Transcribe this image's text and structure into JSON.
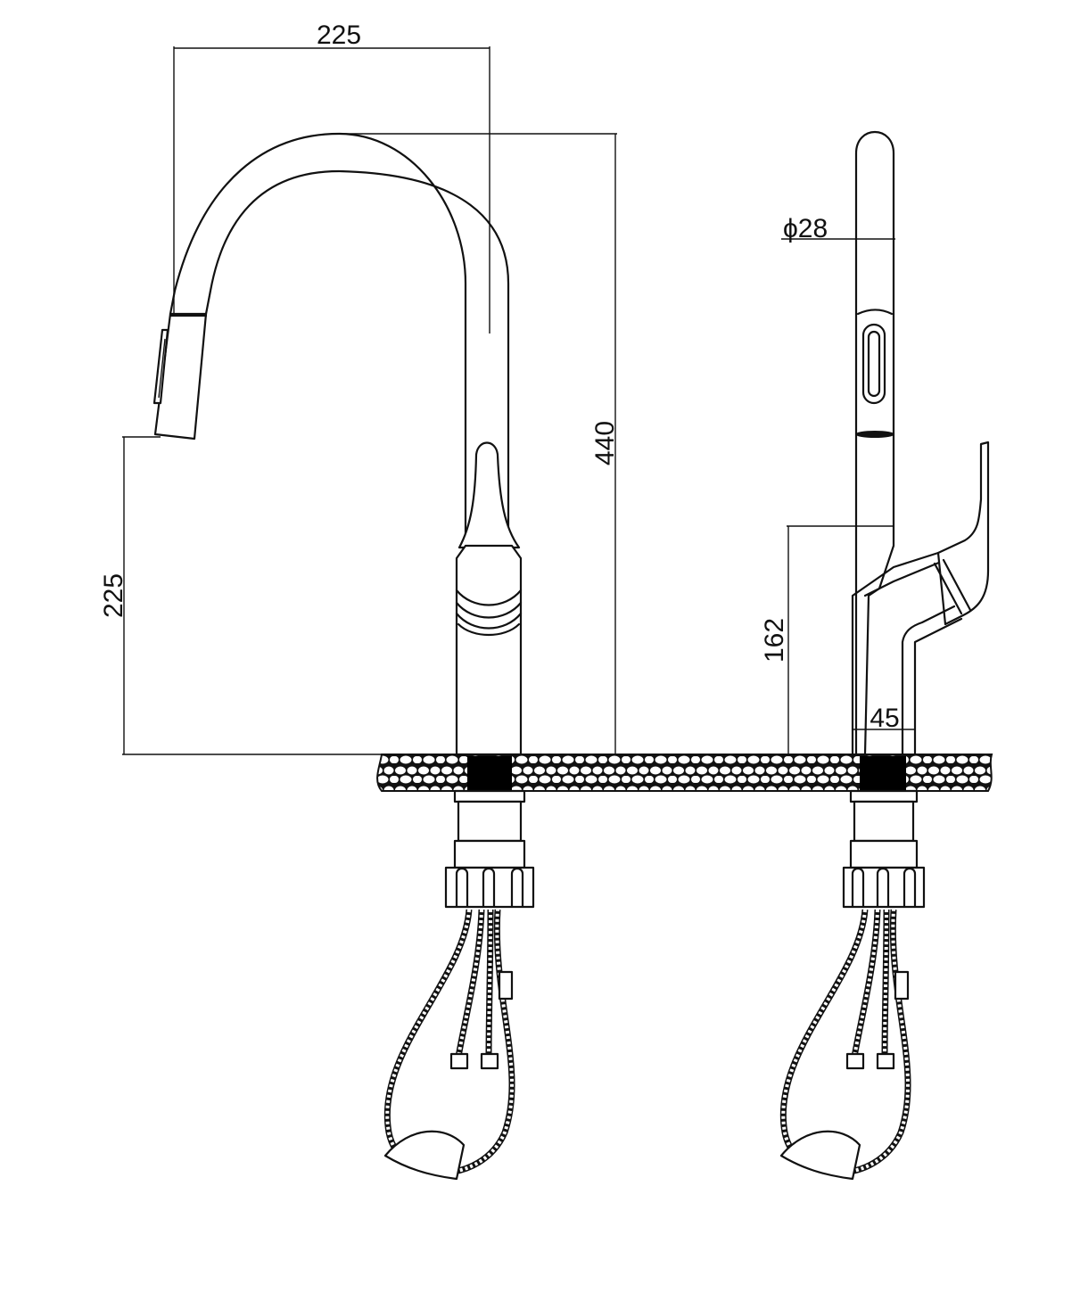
{
  "colors": {
    "line": "#111111",
    "background": "#ffffff",
    "sealant": "#000000"
  },
  "dimensions": {
    "spout_reach": "225",
    "overall_height": "440",
    "spout_outlet_height": "225",
    "handle_height": "162",
    "spout_diameter": "ϕ28",
    "body_diameter": "45"
  }
}
